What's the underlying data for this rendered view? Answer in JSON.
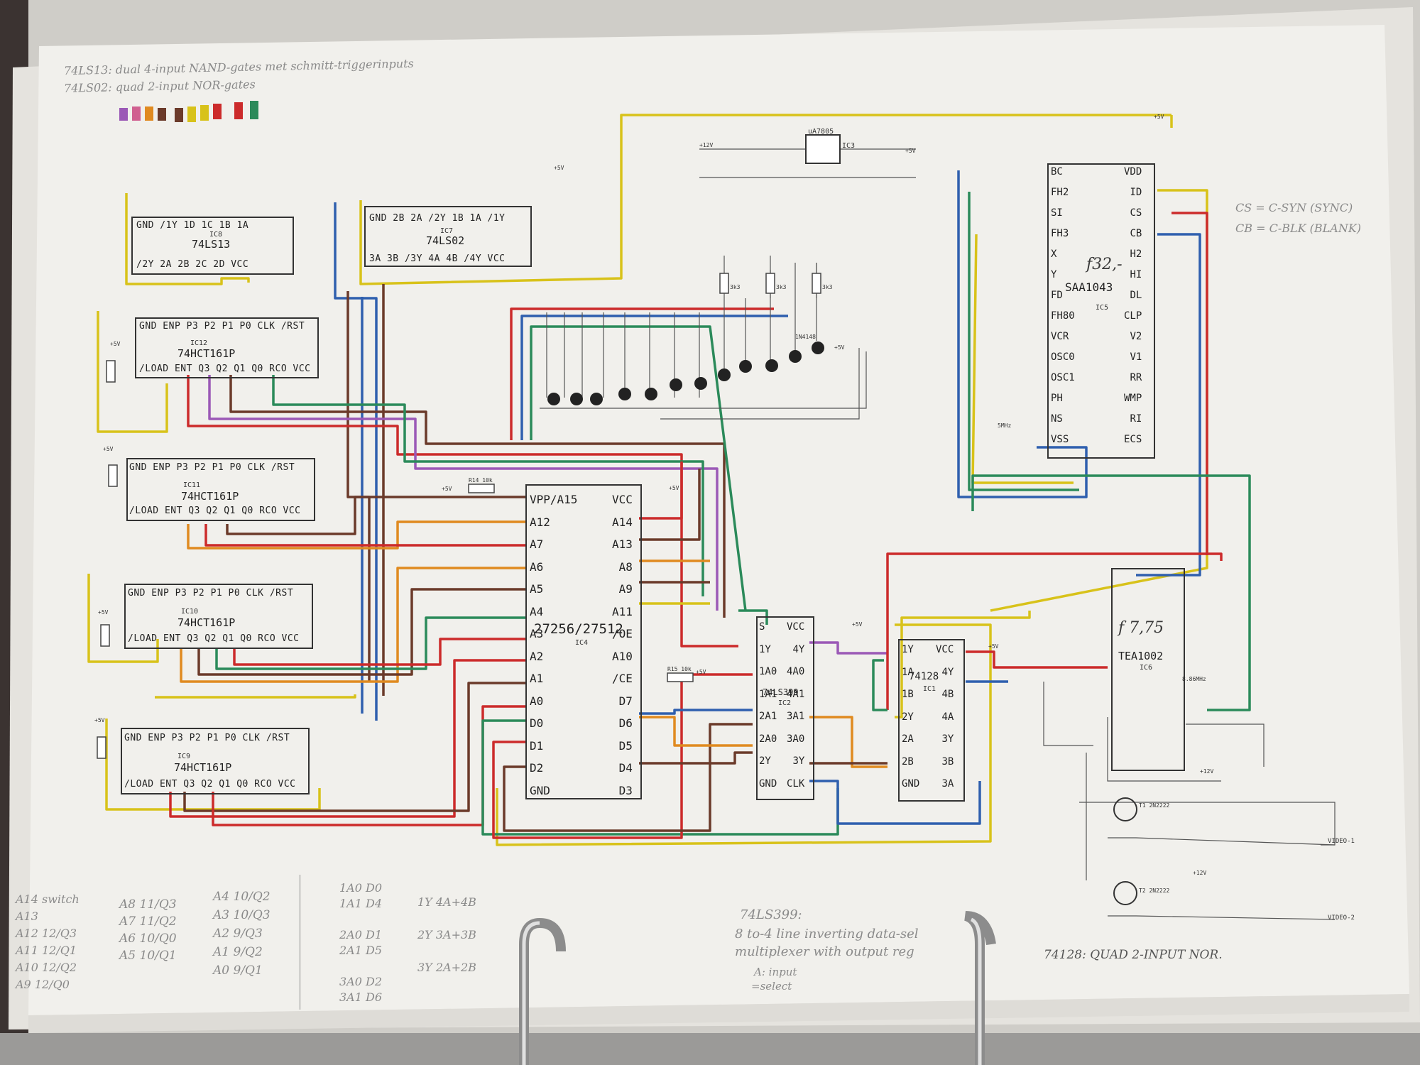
{
  "notes": {
    "header_line_1": "74LS13: dual 4-input NAND-gates met schmitt-triggerinputs",
    "header_line_2": "74LS02: quad 2-input NOR-gates",
    "sync_note_1": "CS = C-SYN (SYNC)",
    "sync_note_2": "CB = C-BLK (BLANK)",
    "ls399_title": "74LS399:",
    "ls399_line_1": "8 to-4 line inverting data-sel",
    "ls399_line_2": "multiplexer with output reg",
    "ls399_line_3": "A: input",
    "ls399_line_4": "=select",
    "ls128": "74128: QUAD 2-INPUT NOR.",
    "price_1": "f32,-",
    "price_2": "f 7,75"
  },
  "mapping": {
    "col1": [
      "A14 switch",
      "A13",
      "A12 12/Q3",
      "A11 12/Q1",
      "A10 12/Q2",
      "A9 12/Q0"
    ],
    "col2": [
      "A8 11/Q3",
      "A7 11/Q2",
      "A6 10/Q0",
      "A5 10/Q1"
    ],
    "col3": [
      "A4 10/Q2",
      "A3 10/Q3",
      "A2 9/Q3",
      "A1 9/Q2",
      "A0 9/Q1"
    ],
    "col4": [
      "1A0 D0",
      "1A1 D4",
      "",
      "2A0 D1",
      "2A1 D5",
      "",
      "3A0 D2",
      "3A1 D6"
    ],
    "col5": [
      "1Y 4A+4B",
      "2Y 3A+3B",
      "3Y 2A+2B"
    ]
  },
  "chips": {
    "ic8": {
      "id": "IC8",
      "name": "74LS13",
      "top_pins": "GND  /1Y  1D   1C        1B   1A",
      "bot_pins": "/2Y  2A   2B        2C   2D   VCC"
    },
    "ic7": {
      "id": "IC7",
      "name": "74LS02",
      "top_pins": "GND  2B   2A   /2Y  1B   1A   /1Y",
      "bot_pins": "3A   3B   /3Y  4A   4B   /4Y  VCC"
    },
    "ic12": {
      "id": "IC12",
      "name": "74HCT161P",
      "top_pins": "GND ENP P3  P2  P1  P0  CLK /RST",
      "bot_pins": "/LOAD ENT Q3  Q2  Q1  Q0  RCO VCC"
    },
    "ic11": {
      "id": "IC11",
      "name": "74HCT161P",
      "top_pins": "GND ENP P3  P2  P1  P0  CLK /RST",
      "bot_pins": "/LOAD ENT Q3  Q2  Q1  Q0  RCO VCC"
    },
    "ic10": {
      "id": "IC10",
      "name": "74HCT161P",
      "top_pins": "GND ENP P3  P2  P1  P0  CLK /RST",
      "bot_pins": "/LOAD ENT Q3  Q2  Q1  Q0  RCO VCC"
    },
    "ic9": {
      "id": "IC9",
      "name": "74HCT161P",
      "top_pins": "GND ENP P3  P2  P1  P0  CLK /RST",
      "bot_pins": "/LOAD ENT Q3  Q2  Q1  Q0  RCO VCC"
    },
    "ic4": {
      "id": "IC4",
      "name": "27256/27512",
      "left_pins": [
        "VPP/A15",
        "A12",
        "A7",
        "A6",
        "A5",
        "A4",
        "A3",
        "A2",
        "A1",
        "A0",
        "D0",
        "D1",
        "D2",
        "GND"
      ],
      "right_pins": [
        "VCC",
        "A14",
        "A13",
        "A8",
        "A9",
        "A11",
        "/OE",
        "A10",
        "/CE",
        "D7",
        "D6",
        "D5",
        "D4",
        "D3"
      ]
    },
    "ic2": {
      "id": "IC2",
      "name": "74LS399",
      "left_pins": [
        "S",
        "1Y",
        "1A0",
        "1A1",
        "2A1",
        "2A0",
        "2Y",
        "GND"
      ],
      "right_pins": [
        "VCC",
        "4Y",
        "4A0",
        "4A1",
        "3A1",
        "3A0",
        "3Y",
        "CLK"
      ]
    },
    "ic1": {
      "id": "IC1",
      "name": "74128",
      "left_pins": [
        "1Y",
        "1A",
        "1B",
        "2Y",
        "2A",
        "2B",
        "GND"
      ],
      "right_pins": [
        "VCC",
        "4Y",
        "4B",
        "4A",
        "3Y",
        "3B",
        "3A"
      ]
    },
    "ic5": {
      "id": "IC5",
      "name": "SAA1043",
      "left_pins": [
        "BC",
        "FH2",
        "SI",
        "FH3",
        "X",
        "Y",
        "FD",
        "FH80",
        "VCR",
        "OSC0",
        "OSC1",
        "PH",
        "NS",
        "VSS"
      ],
      "right_pins": [
        "VDD",
        "ID",
        "CS",
        "CB",
        "H2",
        "HI",
        "DL",
        "CLP",
        "V2",
        "V1",
        "RR",
        "WMP",
        "RI",
        "ECS"
      ]
    },
    "ic6": {
      "id": "IC6",
      "name": "TEA1002"
    },
    "ic3": {
      "id": "IC3",
      "name": "uA7805"
    }
  },
  "passives": {
    "vcc": "+5V",
    "v12": "+12V",
    "r14": "R14 10k",
    "r15": "R15 10k",
    "xtal": "5MHz",
    "x2": "8.86MHz",
    "video1": "VIDEO-1",
    "video2": "VIDEO-2",
    "t1": "T1 2N2222",
    "t2": "T2 2N2222",
    "diode": "1N4148",
    "r_led": "3k3"
  },
  "colors": {
    "paper": "#f1f0ec",
    "yellow": "#d8c21a",
    "red": "#cc2b2b",
    "blue": "#2f5fae",
    "green": "#2b8a5a",
    "brown": "#6b3a2a",
    "orange": "#e08a20",
    "purple": "#9b59b6",
    "pink": "#d06090",
    "ink": "#2a2a2a"
  }
}
